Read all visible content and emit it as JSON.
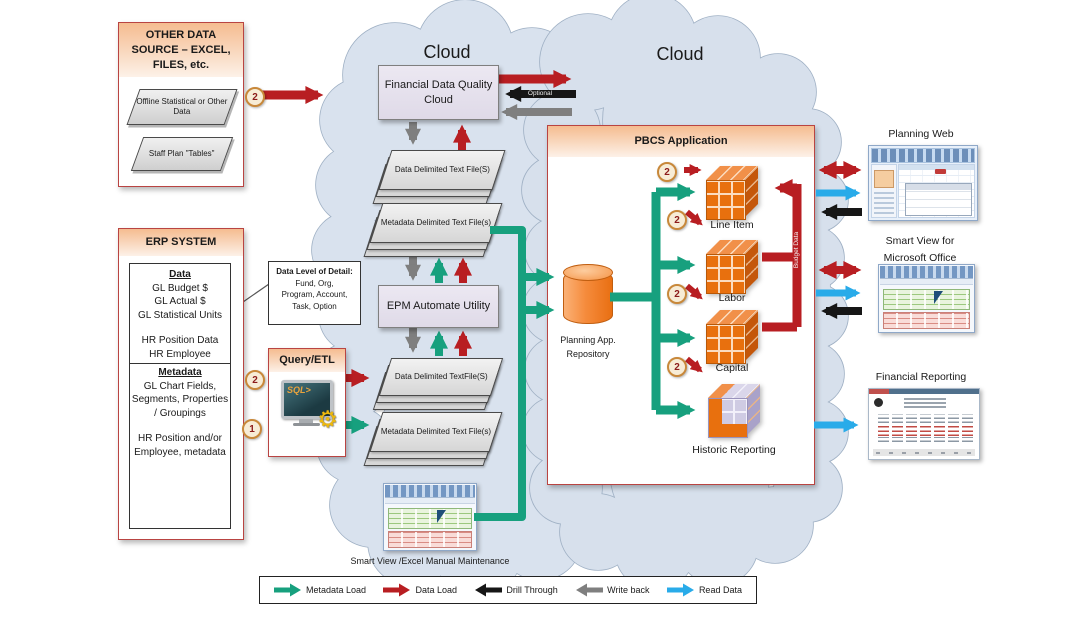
{
  "clouds": {
    "left_label": "Cloud",
    "right_label": "Cloud"
  },
  "other_data": {
    "title": "OTHER DATA SOURCE – EXCEL, FILES, etc.",
    "item1": "Offline Statistical or Other Data",
    "item2": "Staff Plan \"Tables\""
  },
  "erp": {
    "title": "ERP SYSTEM",
    "data_heading": "Data",
    "d1": "GL Budget $",
    "d2": "GL Actual $",
    "d3": "GL Statistical Units",
    "d4": "HR Position Data",
    "d5": "HR Employee",
    "meta_heading": "Metadata",
    "m1": "GL Chart Fields, Segments, Properties / Groupings",
    "m2": "HR Position and/or Employee, metadata"
  },
  "detail_box": {
    "title": "Data Level of Detail:",
    "l1": "Fund, Org,",
    "l2": "Program, Account,",
    "l3": "Task, Option"
  },
  "query_etl": {
    "title": "Query/ETL",
    "screen_text": "SQL>"
  },
  "fdqc_label": "Financial Data Quality Cloud",
  "epm_label": "EPM Automate Utility",
  "optional_label": "Optional",
  "stacks": {
    "data_top": "Data Delimited Text File(S)",
    "meta_top": "Metadata Delimited Text File(s)",
    "data_bottom": "Data Delimited TextFile(S)",
    "meta_bottom": "Metadata Delimited Text File(s)"
  },
  "pbcs": {
    "title": "PBCS Application",
    "repository_label": "Planning App. Repository",
    "budget_data_label": "Budget Data",
    "cube1": "Line Item",
    "cube2": "Labor",
    "cube3": "Capital",
    "cube4": "Historic Reporting"
  },
  "badges": {
    "other": "2",
    "query_data": "2",
    "query_meta": "1",
    "cube1": "2",
    "cube2": "2",
    "cube3": "2",
    "cube4": "2"
  },
  "outputs": {
    "planning_web": "Planning Web",
    "smart_view_line1": "Smart View for",
    "smart_view_line2": "Microsoft Office",
    "financial_reporting": "Financial Reporting",
    "manual_maintenance": "Smart View /Excel Manual Maintenance"
  },
  "legend": {
    "items": [
      {
        "label": "Metadata Load"
      },
      {
        "label": "Data Load"
      },
      {
        "label": "Drill Through"
      },
      {
        "label": "Write back"
      },
      {
        "label": "Read Data"
      }
    ]
  },
  "colors": {
    "metadata_load": "#17A07E",
    "data_load": "#B81E22",
    "drill_through": "#161616",
    "write_back": "#7F7F7F",
    "read_data": "#29ABE9"
  }
}
